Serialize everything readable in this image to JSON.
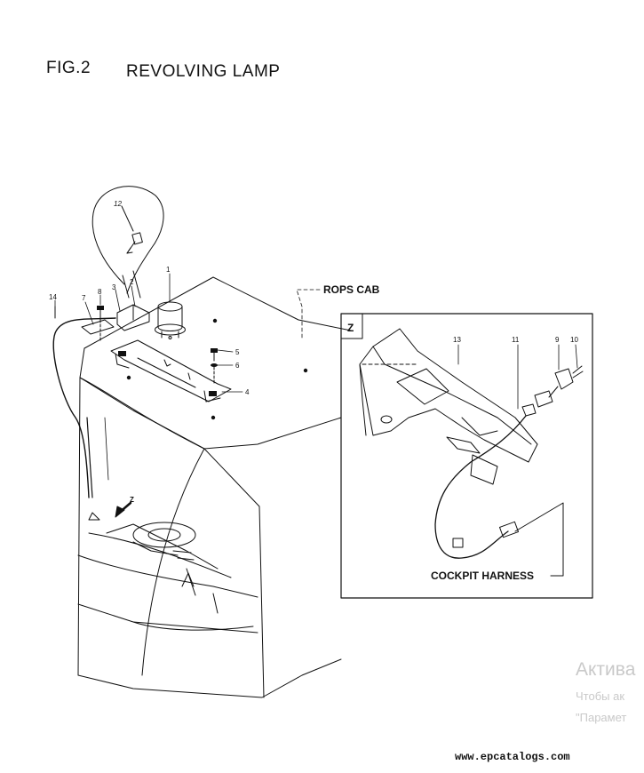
{
  "header": {
    "fig_label": "FIG.2",
    "title": "REVOLVING LAMP"
  },
  "diagram": {
    "callouts": [
      "1",
      "2",
      "3",
      "4",
      "5",
      "6",
      "7",
      "8",
      "9",
      "10",
      "11",
      "12",
      "13",
      "14"
    ],
    "rops_cab_label": "ROPS CAB",
    "detail_view_label": "Z",
    "view_arrow_label": "Z",
    "cockpit_harness_label": "COCKPIT HARNESS"
  },
  "watermark": {
    "title": "Актива",
    "line1": "Чтобы ак",
    "line2": "\"Парамет"
  },
  "footer": {
    "site_url": "www.epcatalogs.com"
  }
}
